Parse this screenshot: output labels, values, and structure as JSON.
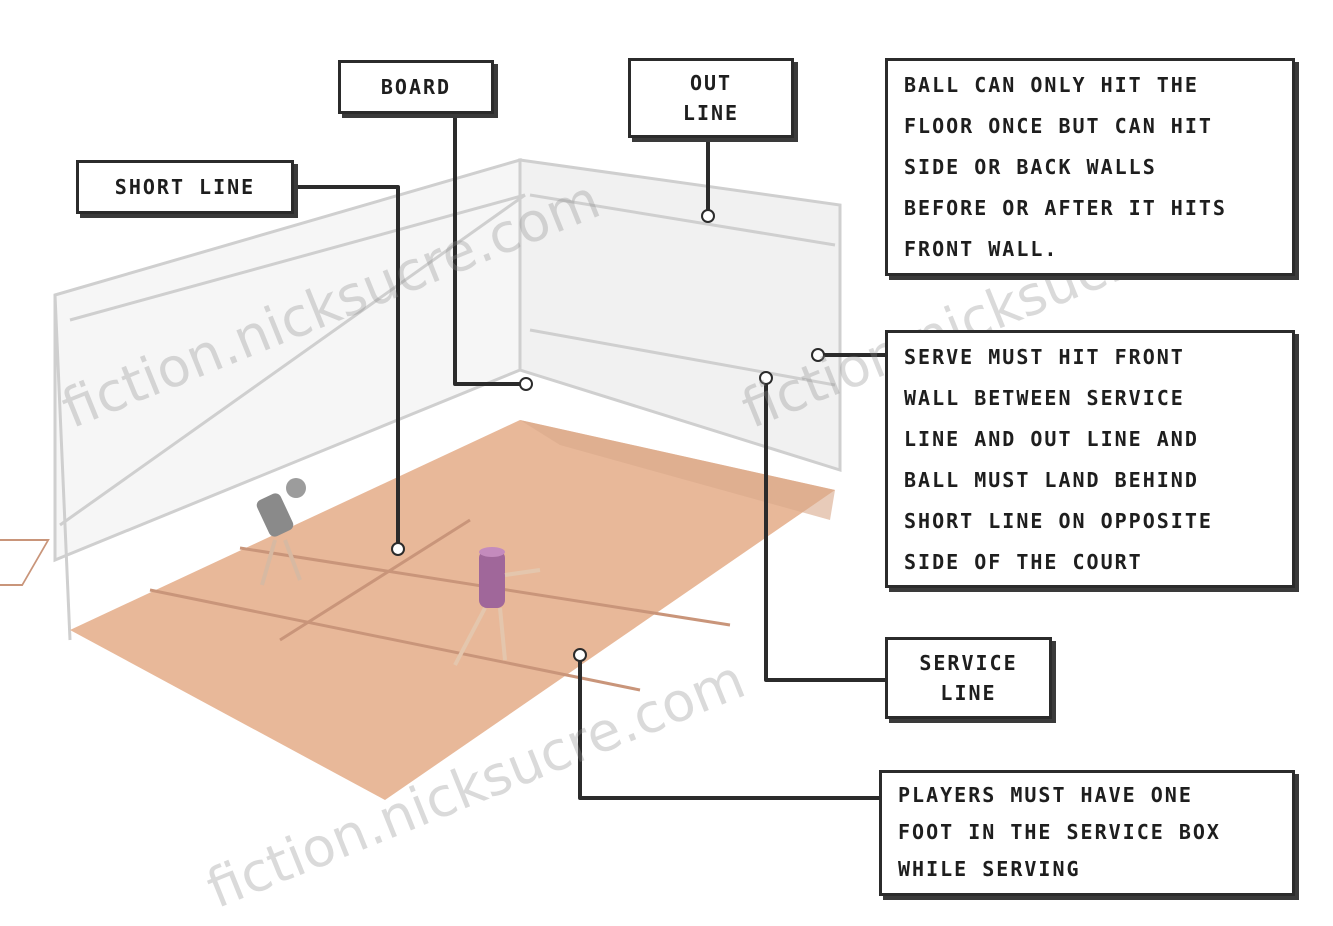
{
  "labels": {
    "board": "BOARD",
    "out_line": [
      "OUT",
      "LINE"
    ],
    "short_line": "SHORT LINE",
    "service_line": [
      "SERVICE",
      "LINE"
    ]
  },
  "notes": {
    "ball_rule": [
      "BALL CAN ONLY HIT THE",
      "FLOOR ONCE BUT CAN HIT",
      "SIDE OR BACK WALLS",
      "BEFORE OR AFTER IT HITS",
      "FRONT WALL."
    ],
    "serve_rule": [
      "SERVE MUST HIT FRONT",
      "WALL BETWEEN SERVICE",
      "LINE AND OUT LINE AND",
      "BALL MUST LAND BEHIND",
      "SHORT LINE ON OPPOSITE",
      "SIDE OF THE COURT"
    ],
    "players_rule": [
      "PLAYERS MUST HAVE ONE",
      "FOOT IN THE SERVICE BOX",
      "WHILE SERVING"
    ]
  },
  "watermark": "fiction.nicksucre.com",
  "colors": {
    "floor": "#e8b899",
    "floor_dark": "#c9957a",
    "wall_line": "#c8c8c8",
    "leader": "#2b2b2b",
    "box_border": "#2b2b2b"
  }
}
